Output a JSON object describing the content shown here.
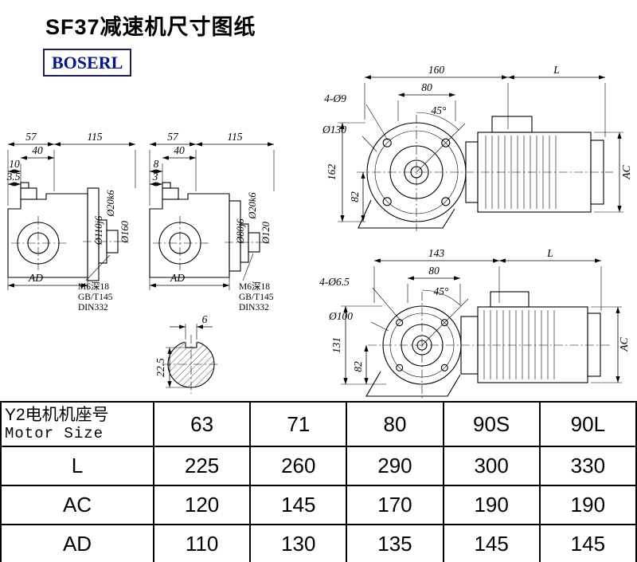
{
  "page": {
    "title": "SF37减速机尺寸图纸",
    "brand": "BOSERL",
    "colors": {
      "brand_text": "#00139c",
      "line": "#000000",
      "background": "#ffffff"
    }
  },
  "views": {
    "side1": {
      "w57": "57",
      "w115": "115",
      "w40": "40",
      "w10": "10",
      "w35": "3.5",
      "shaft": "Ø20k6",
      "spigot": "Ø110j6",
      "flange": "Ø160",
      "ad": "AD",
      "note1": "M6深18",
      "note2": "GB/T145",
      "note3": "DIN332"
    },
    "side2": {
      "w57": "57",
      "w115": "115",
      "w40": "40",
      "w8": "8",
      "w3": "3",
      "shaft": "Ø20k6",
      "spigot": "Ø80j6",
      "flange": "Ø120",
      "ad": "AD",
      "note1": "M6深18",
      "note2": "GB/T145",
      "note3": "DIN332"
    },
    "front1": {
      "w160": "160",
      "L": "L",
      "w80": "80",
      "holes": "4-Ø9",
      "angle": "45°",
      "bolt_circle": "Ø130",
      "h162": "162",
      "h82": "82",
      "ac": "AC"
    },
    "front2": {
      "w143": "143",
      "L": "L",
      "w80": "80",
      "holes": "4-Ø6.5",
      "angle": "45°",
      "bolt_circle": "Ø100",
      "h131": "131",
      "h82": "82",
      "ac": "AC"
    },
    "key_section": {
      "w6": "6",
      "h225": "22.5"
    }
  },
  "table": {
    "header": {
      "cn": "Y2电机机座号",
      "en": "Motor Size"
    },
    "sizes": [
      "63",
      "71",
      "80",
      "90S",
      "90L"
    ],
    "rows": [
      {
        "label": "L",
        "values": [
          "225",
          "260",
          "290",
          "300",
          "330"
        ]
      },
      {
        "label": "AC",
        "values": [
          "120",
          "145",
          "170",
          "190",
          "190"
        ]
      },
      {
        "label": "AD",
        "values": [
          "110",
          "130",
          "135",
          "145",
          "145"
        ]
      }
    ]
  }
}
